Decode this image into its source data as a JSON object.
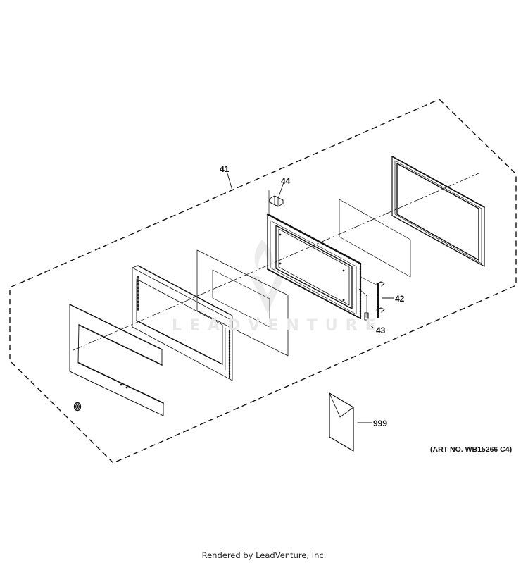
{
  "diagram": {
    "type": "exploded-parts-view",
    "subject": "Microwave door assembly",
    "watermark": "LEADVENTURE",
    "callouts": [
      {
        "id": "41",
        "label": "41",
        "part": "door-assembly-boundary"
      },
      {
        "id": "44",
        "label": "44",
        "part": "hinge-bracket"
      },
      {
        "id": "42",
        "label": "42",
        "part": "latch-hook"
      },
      {
        "id": "43",
        "label": "43",
        "part": "latch-spring"
      },
      {
        "id": "999",
        "label": "999",
        "part": "literature-envelope"
      }
    ],
    "art_number": "(ART NO. WB15266 C4)",
    "colors": {
      "line": "#111111",
      "background": "#ffffff",
      "watermark": "#e8e8e8"
    }
  },
  "footer": {
    "text": "Rendered by LeadVenture, Inc."
  }
}
